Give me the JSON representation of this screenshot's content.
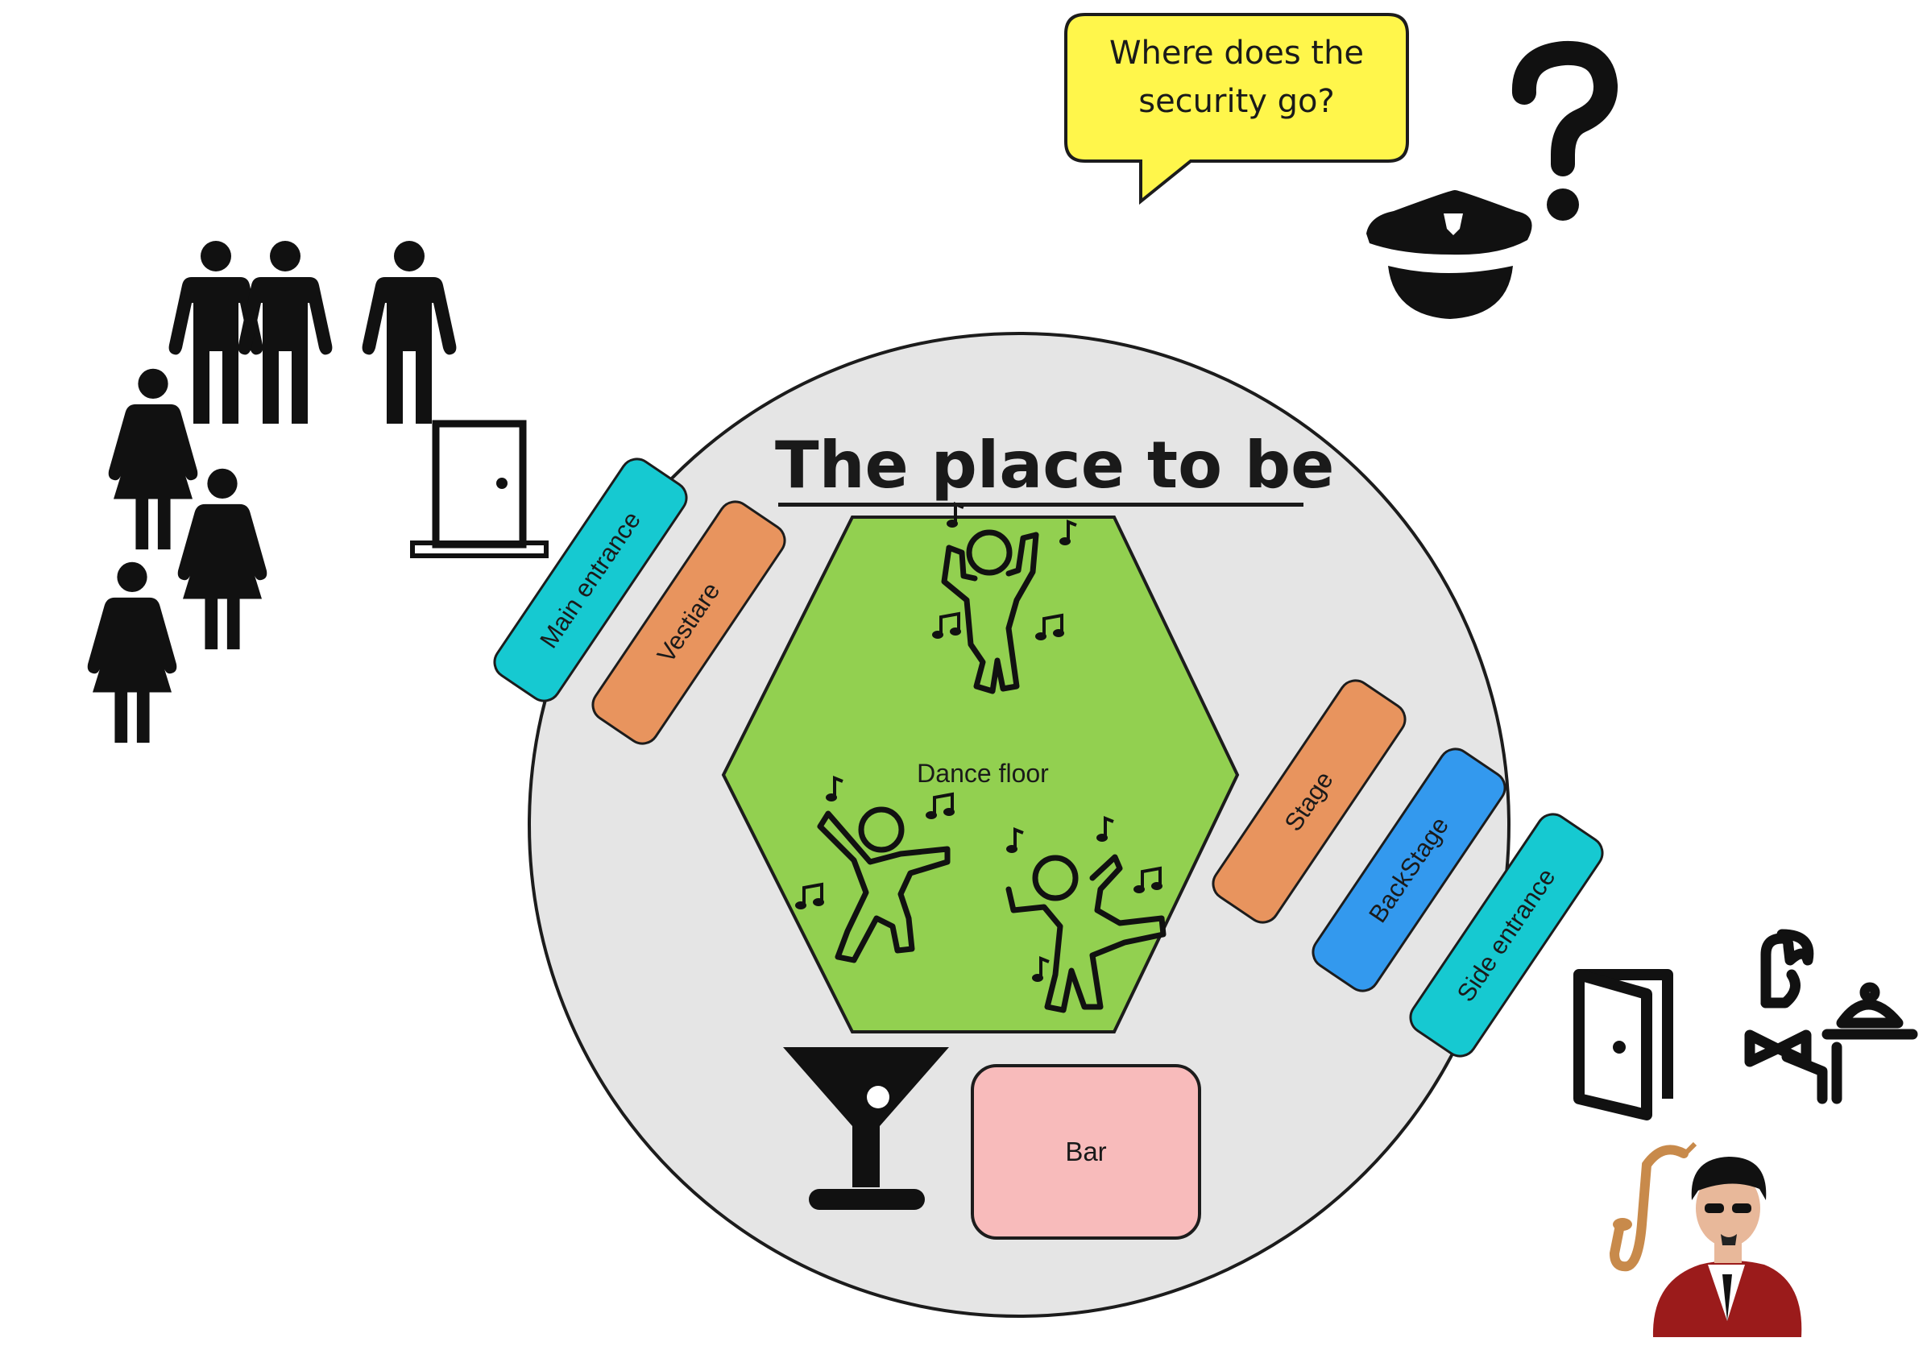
{
  "title": "The place to be",
  "speech_bubble": {
    "text": "Where does the security go?",
    "fill": "#FFF64B"
  },
  "zones": {
    "main_entrance": {
      "label": "Main entrance",
      "fill": "#16C9D1"
    },
    "vestiare": {
      "label": "Vestiare",
      "fill": "#E8945E"
    },
    "dance_floor": {
      "label": "Dance floor",
      "fill": "#92D050"
    },
    "stage": {
      "label": "Stage",
      "fill": "#E8945E"
    },
    "backstage": {
      "label": "BackStage",
      "fill": "#3399EE"
    },
    "side_entrance": {
      "label": "Side entrance",
      "fill": "#16C9D1"
    },
    "bar": {
      "label": "Bar",
      "fill": "#F8BBBB"
    }
  },
  "venue_fill": "#E5E5E5",
  "icons": [
    "man-icon",
    "woman-icon",
    "door-icon",
    "security-cap-icon",
    "question-mark-icon",
    "dancer-icon",
    "music-note-icon",
    "martini-glass-icon",
    "open-door-icon",
    "waiter-icon",
    "saxophone-player-icon"
  ]
}
